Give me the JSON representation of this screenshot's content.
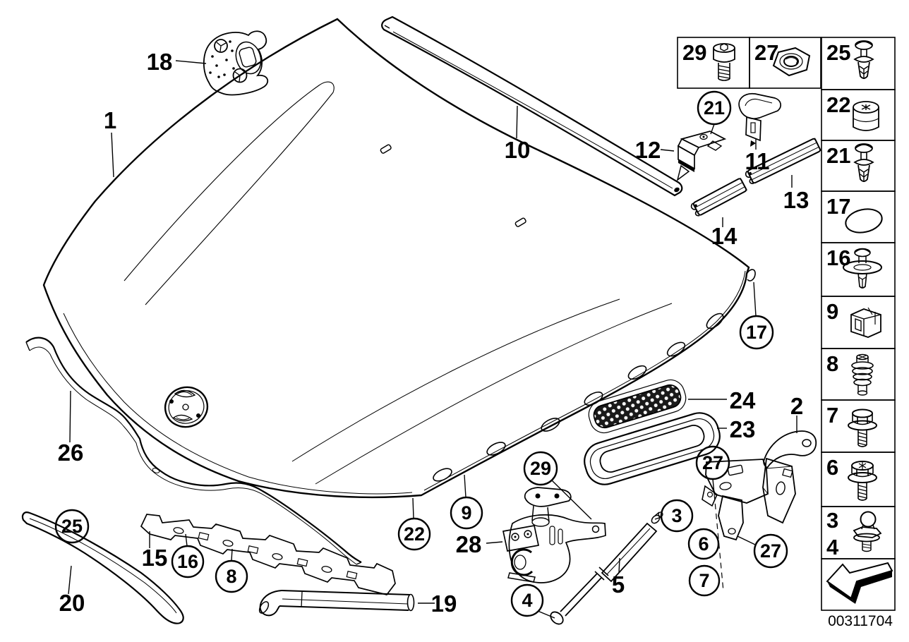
{
  "colors": {
    "line": "#000000",
    "background": "#ffffff",
    "mesh_fill": "#1a1a1a"
  },
  "doc_number": "00311704",
  "callouts": {
    "plain": {
      "p1": "1",
      "p2": "2",
      "p5": "5",
      "p10": "10",
      "p11": "11",
      "p12": "12",
      "p13": "13",
      "p14": "14",
      "p15": "15",
      "p18": "18",
      "p19": "19",
      "p20": "20",
      "p23": "23",
      "p24": "24",
      "p26": "26",
      "p28": "28"
    },
    "circled": {
      "c3": "3",
      "c4": "4",
      "c6": "6",
      "c7": "7",
      "c8": "8",
      "c9": "9",
      "c16": "16",
      "c17": "17",
      "c21": "21",
      "c22": "22",
      "c25": "25",
      "c27a": "27",
      "c27b": "27",
      "c29": "29"
    }
  },
  "sidebar": {
    "cells": [
      {
        "num": "29",
        "icon": "socket-head-cap-screw"
      },
      {
        "num": "27",
        "icon": "hex-nut"
      },
      {
        "num": "25",
        "icon": "expanding-rivet"
      },
      {
        "num": "22",
        "icon": "rubber-buffer"
      },
      {
        "num": "21",
        "icon": "expanding-rivet"
      },
      {
        "num": "17",
        "icon": "seal-ring"
      },
      {
        "num": "16",
        "icon": "expanding-rivet-washer"
      },
      {
        "num": "9",
        "icon": "cable-clamp"
      },
      {
        "num": "8",
        "icon": "buffer-stop"
      },
      {
        "num": "7",
        "icon": "hex-flange-bolt"
      },
      {
        "num": "6",
        "icon": "torx-flange-screw"
      },
      {
        "num": "3",
        "num2": "4",
        "icon": "ball-pin-bolt"
      },
      {
        "icon": "direction-arrow"
      }
    ]
  }
}
